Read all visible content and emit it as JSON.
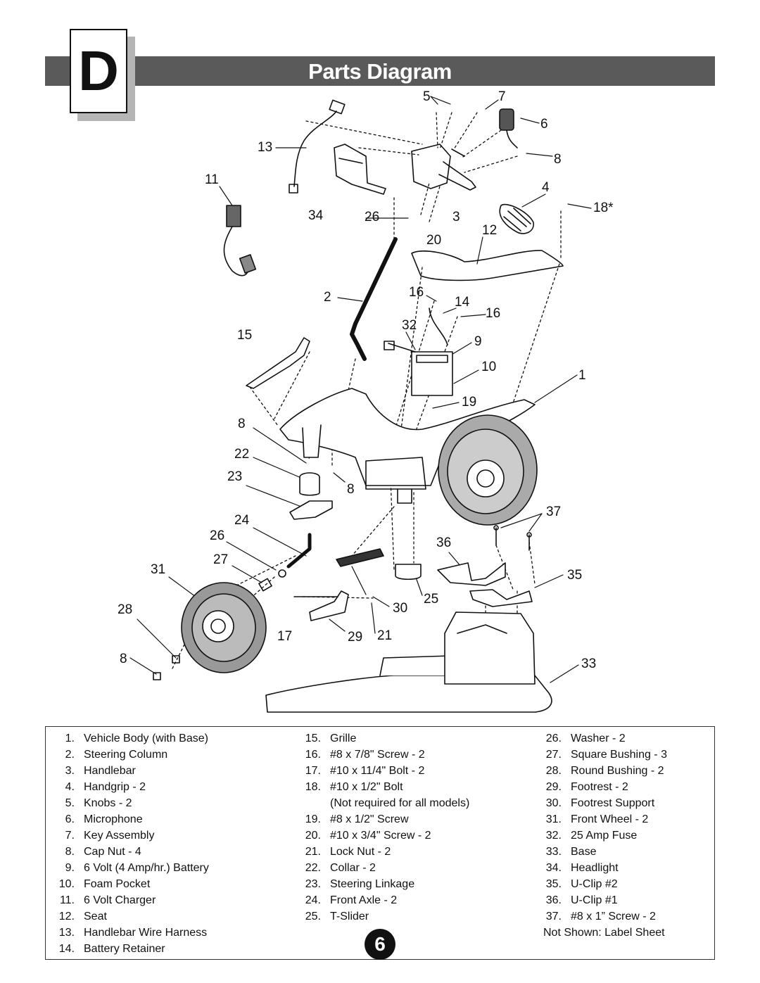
{
  "section_letter": "D",
  "title": "Parts Diagram",
  "callouts": {
    "c5": "5",
    "c7": "7",
    "c6": "6",
    "c13": "13",
    "c8a": "8",
    "c11": "11",
    "c4": "4",
    "c18": "18*",
    "c34": "34",
    "c26a": "26",
    "c3": "3",
    "c12": "12",
    "c20": "20",
    "c2": "2",
    "c16a": "16",
    "c14": "14",
    "c16b": "16",
    "c32": "32",
    "c15": "15",
    "c9": "9",
    "c10": "10",
    "c1": "1",
    "c19": "19",
    "c8b": "8",
    "c22": "22",
    "c23": "23",
    "c8c": "8",
    "c37": "37",
    "c24": "24",
    "c26b": "26",
    "c36": "36",
    "c27": "27",
    "c31": "31",
    "c35": "35",
    "c25": "25",
    "c28": "28",
    "c30": "30",
    "c17": "17",
    "c29": "29",
    "c21": "21",
    "c8d": "8",
    "c33": "33"
  },
  "legend": {
    "col1": [
      {
        "num": "1.",
        "label": "Vehicle Body (with Base)"
      },
      {
        "num": "2.",
        "label": "Steering Column"
      },
      {
        "num": "3.",
        "label": "Handlebar"
      },
      {
        "num": "4.",
        "label": "Handgrip - 2"
      },
      {
        "num": "5.",
        "label": "Knobs - 2"
      },
      {
        "num": "6.",
        "label": "Microphone"
      },
      {
        "num": "7.",
        "label": "Key Assembly"
      },
      {
        "num": "8.",
        "label": "Cap Nut - 4"
      },
      {
        "num": "9.",
        "label": "6 Volt (4 Amp/hr.) Battery"
      },
      {
        "num": "10.",
        "label": "Foam Pocket"
      },
      {
        "num": "11.",
        "label": "6 Volt Charger"
      },
      {
        "num": "12.",
        "label": "Seat"
      },
      {
        "num": "13.",
        "label": "Handlebar Wire Harness"
      },
      {
        "num": "14.",
        "label": "Battery Retainer"
      }
    ],
    "col2": [
      {
        "num": "15.",
        "label": "Grille"
      },
      {
        "num": "16.",
        "label": "#8 x 7/8\" Screw - 2"
      },
      {
        "num": "17.",
        "label": "#10 x 11/4\" Bolt - 2"
      },
      {
        "num": "18.",
        "label": "#10 x 1/2\" Bolt"
      },
      {
        "num": "",
        "label": "(Not required for all models)"
      },
      {
        "num": "19.",
        "label": "#8 x 1/2\" Screw"
      },
      {
        "num": "20.",
        "label": "#10 x 3/4\" Screw - 2"
      },
      {
        "num": "21.",
        "label": "Lock Nut - 2"
      },
      {
        "num": "22.",
        "label": "Collar - 2"
      },
      {
        "num": "23.",
        "label": "Steering Linkage"
      },
      {
        "num": "24.",
        "label": "Front Axle - 2"
      },
      {
        "num": "25.",
        "label": "T-Slider"
      }
    ],
    "col3": [
      {
        "num": "26.",
        "label": "Washer - 2"
      },
      {
        "num": "27.",
        "label": "Square Bushing - 3"
      },
      {
        "num": "28.",
        "label": "Round Bushing - 2"
      },
      {
        "num": "29.",
        "label": "Footrest - 2"
      },
      {
        "num": "30.",
        "label": "Footrest Support"
      },
      {
        "num": "31.",
        "label": "Front Wheel - 2"
      },
      {
        "num": "32.",
        "label": "25 Amp Fuse"
      },
      {
        "num": "33.",
        "label": "Base"
      },
      {
        "num": "34.",
        "label": "Headlight"
      },
      {
        "num": "35.",
        "label": "U-Clip #2"
      },
      {
        "num": "36.",
        "label": "U-Clip #1"
      },
      {
        "num": "37.",
        "label": "#8 x 1” Screw - 2"
      },
      {
        "num": "",
        "label": "Not Shown: Label Sheet"
      }
    ]
  },
  "page_number": "6"
}
